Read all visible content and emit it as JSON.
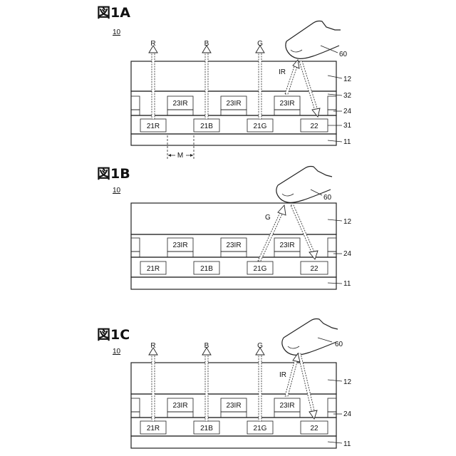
{
  "figures": [
    {
      "id": "1A",
      "title": "図1A",
      "ref": "10",
      "pixels": [
        "21R",
        "21B",
        "21G",
        "22"
      ],
      "ir_sensor": "23IR",
      "light_labels": [
        "R",
        "B",
        "G"
      ],
      "reflect_label": "IR",
      "finger_label": "60",
      "layer_labels": [
        "12",
        "32",
        "24",
        "31",
        "11"
      ],
      "pitch_label": "M"
    },
    {
      "id": "1B",
      "title": "図1B",
      "ref": "10",
      "pixels": [
        "21R",
        "21B",
        "21G",
        "22"
      ],
      "ir_sensor": "23IR",
      "reflect_label": "G",
      "finger_label": "60",
      "layer_labels": [
        "12",
        "24",
        "11"
      ]
    },
    {
      "id": "1C",
      "title": "図1C",
      "ref": "10",
      "pixels": [
        "21R",
        "21B",
        "21G",
        "22"
      ],
      "ir_sensor": "23IR",
      "light_labels": [
        "R",
        "B",
        "G"
      ],
      "reflect_label": "IR",
      "finger_label": "60",
      "layer_labels": [
        "12",
        "24",
        "11"
      ]
    }
  ]
}
